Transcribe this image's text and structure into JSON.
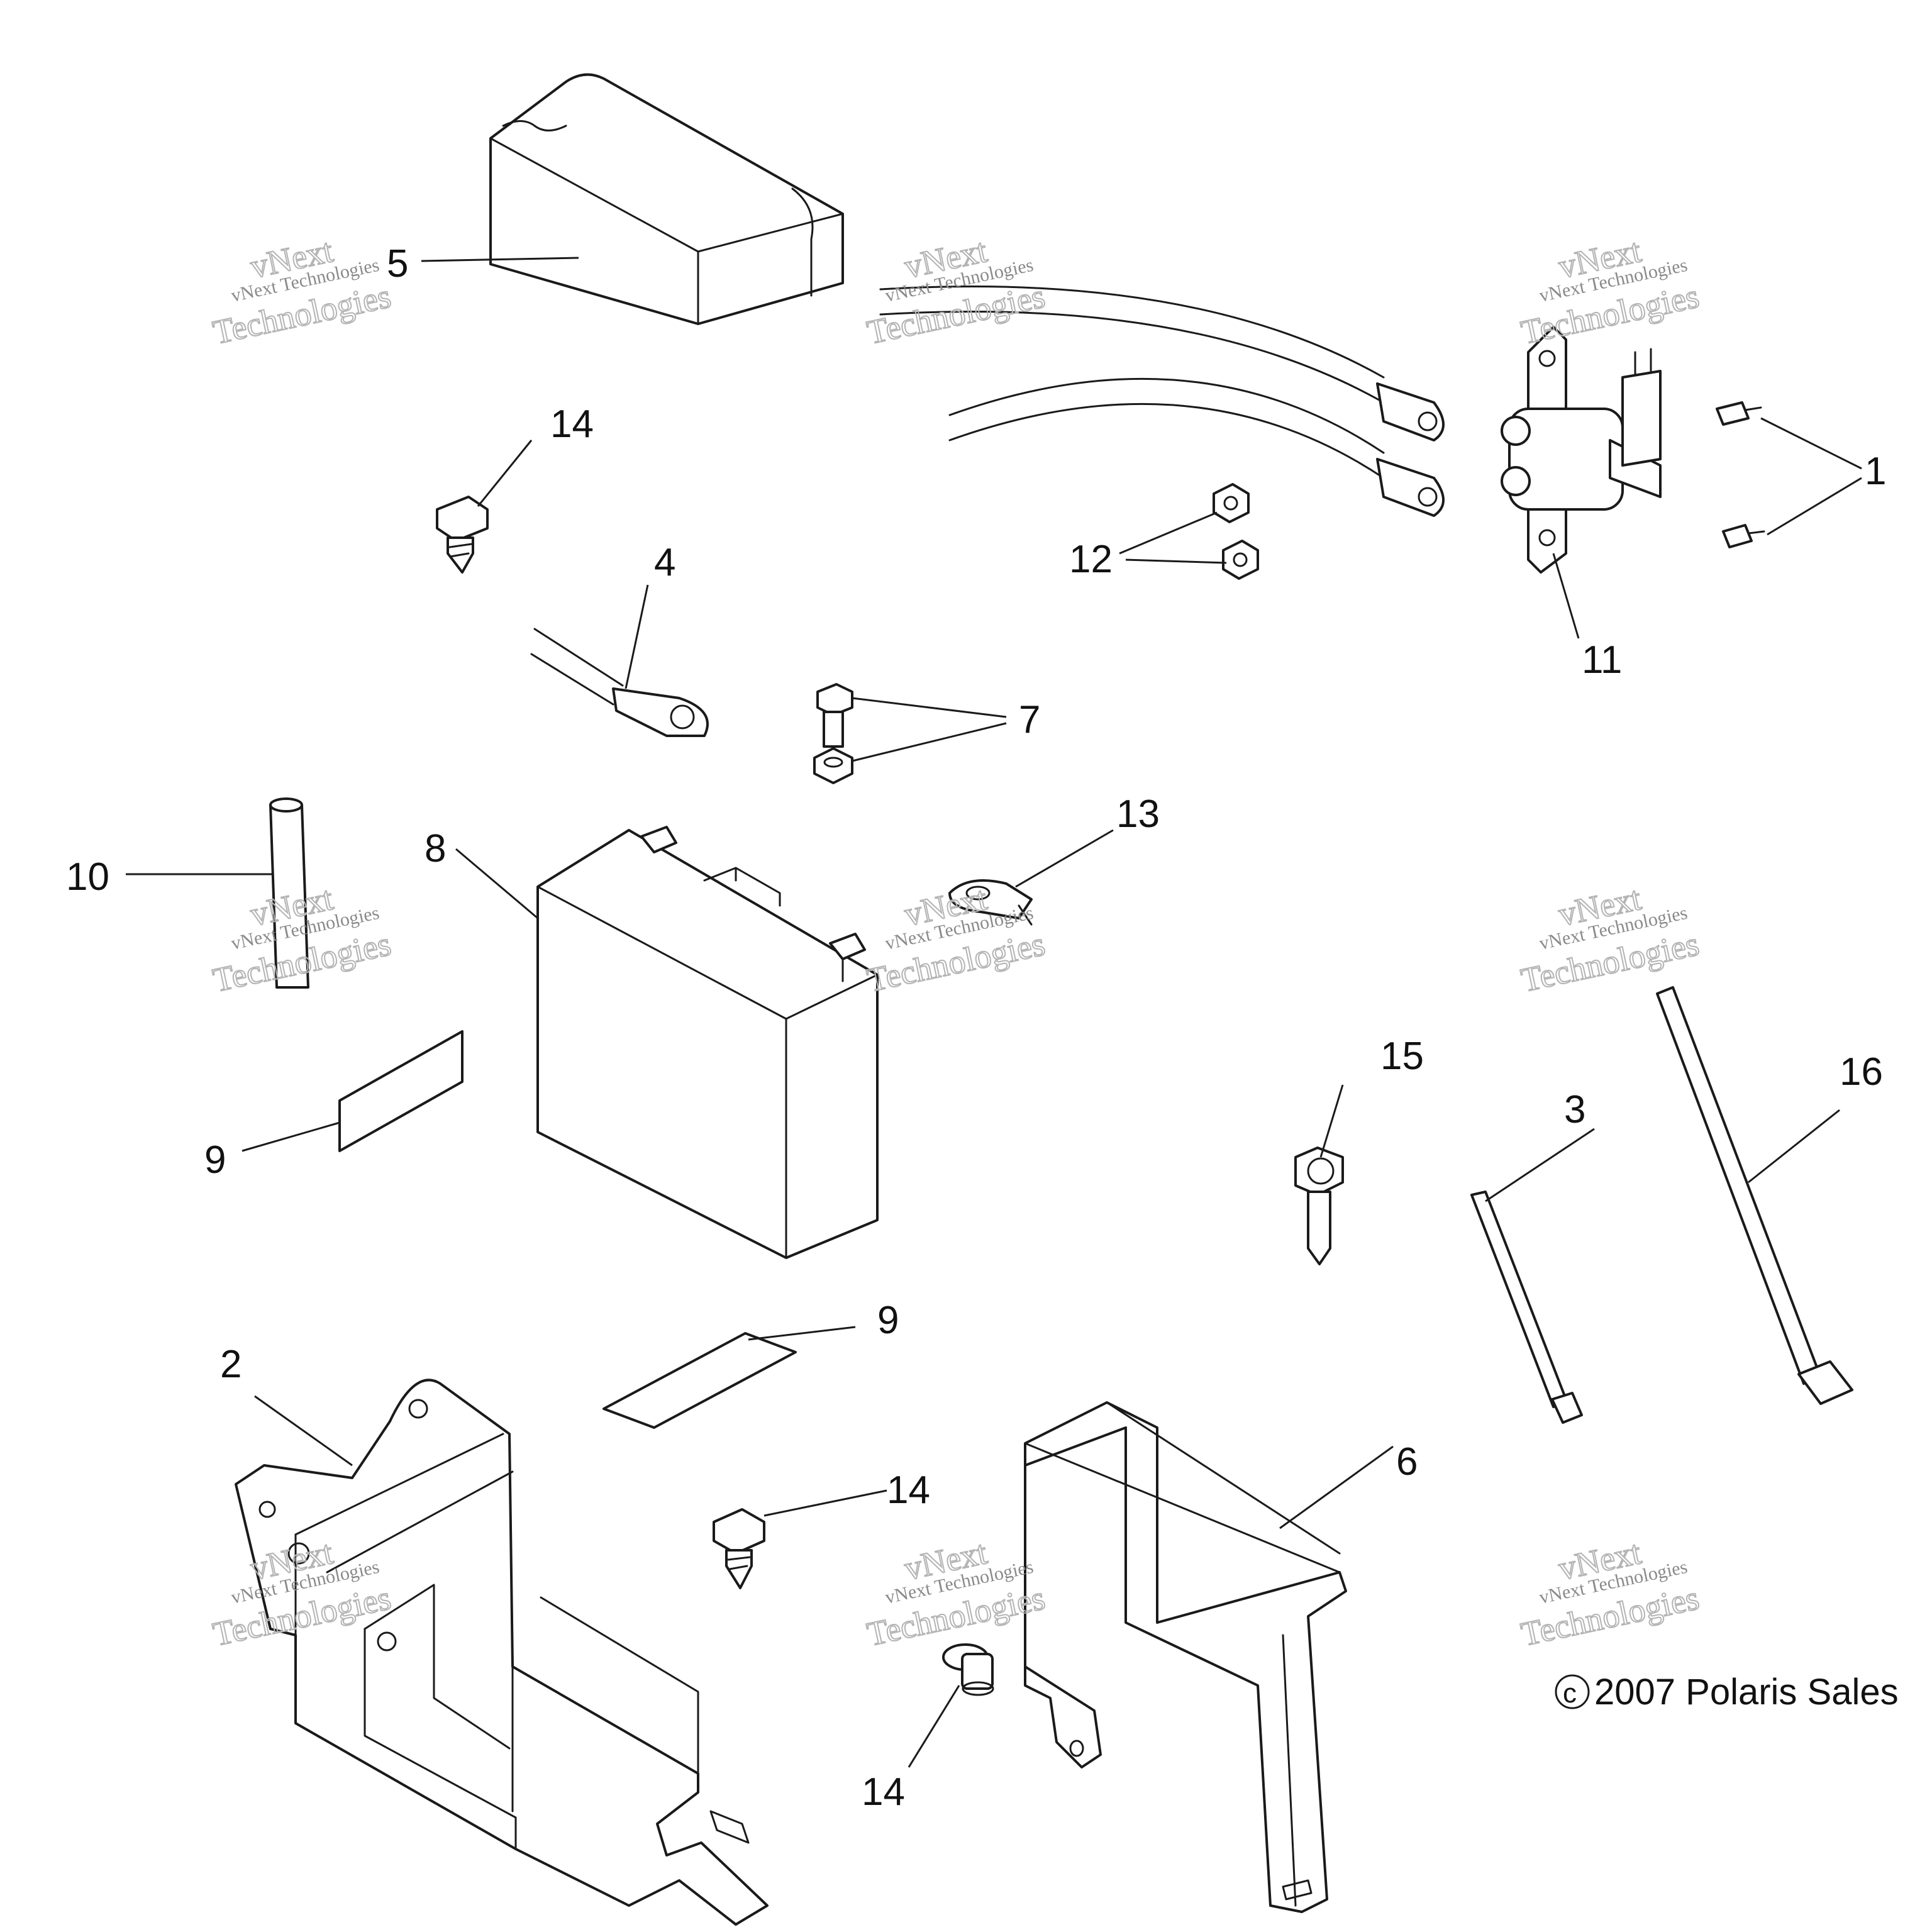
{
  "callouts": {
    "c1": "1",
    "c2": "2",
    "c3": "3",
    "c4": "4",
    "c5": "5",
    "c6": "6",
    "c7": "7",
    "c8": "8",
    "c9a": "9",
    "c9b": "9",
    "c10": "10",
    "c11": "11",
    "c12": "12",
    "c13": "13",
    "c14a": "14",
    "c14b": "14",
    "c14c": "14",
    "c15": "15",
    "c16": "16"
  },
  "watermark": {
    "line1": "vNext Technologies",
    "line2": "vNext",
    "line3": "Technologies"
  },
  "copyright": "2007 Polaris Sales",
  "copyright_symbol": "c"
}
